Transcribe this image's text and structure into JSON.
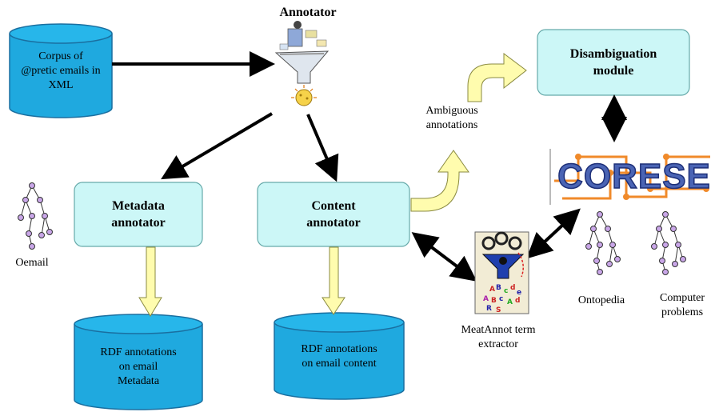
{
  "annotator": {
    "title": "Annotator"
  },
  "corpus": {
    "lines": [
      "Corpus of",
      "@pretic emails in",
      "XML"
    ]
  },
  "metadata_annotator": {
    "lines": [
      "Metadata",
      "annotator"
    ]
  },
  "content_annotator": {
    "lines": [
      "Content",
      "annotator"
    ]
  },
  "disambiguation_module": {
    "lines": [
      "Disambiguation",
      "module"
    ]
  },
  "ambiguous_annotations": {
    "lines": [
      "Ambiguous",
      "annotations"
    ]
  },
  "corese": {
    "logo_text": "CORESE"
  },
  "oemail": {
    "label": "Oemail"
  },
  "ontopedia": {
    "label": "Ontopedia"
  },
  "computer_problems": {
    "lines": [
      "Computer",
      "problems"
    ]
  },
  "meatannot": {
    "lines": [
      "MeatAnnot term",
      "extractor"
    ]
  },
  "rdf_metadata": {
    "lines": [
      "RDF annotations",
      "on email",
      "Metadata"
    ]
  },
  "rdf_content": {
    "lines": [
      "RDF annotations",
      "on email content"
    ]
  },
  "colors": {
    "cylinder_fill": "#1fa9df",
    "cylinder_top": "#27b6ea",
    "box_fill": "#ccf7f7",
    "yellow_arrow": "#fffcae",
    "corese_blue": "#4a64b4",
    "corese_orange": "#f08a2a"
  }
}
